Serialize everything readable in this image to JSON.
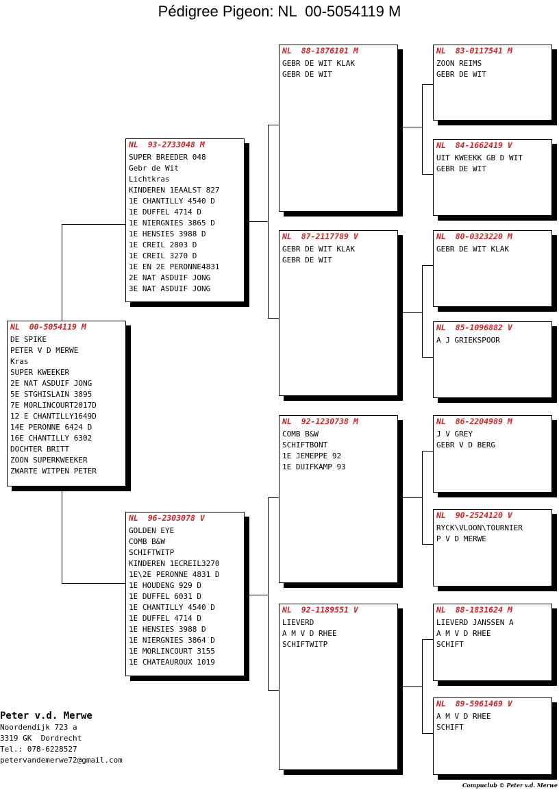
{
  "title": "Pédigree Pigeon: NL  00-5054119 M",
  "birds": [
    {
      "ring": "NL  00-5054119 M",
      "lines": [
        "DE SPIKE",
        "PETER V D MERWE",
        "Kras",
        "SUPER KWEEKER",
        "2E NAT ASDUIF JONG",
        "5E STGHISLAIN 3895",
        "7E MORLINCOURT2017D",
        "12 E CHANTILLY1649D",
        "14E PERONNE 6424 D",
        "16E CHANTILLY 6302",
        "DOCHTER BRITT",
        "ZOON SUPERKWEEKER",
        "ZWARTE WITPEN PETER"
      ]
    },
    {
      "ring": "NL  93-2733048 M",
      "lines": [
        "SUPER BREEDER 048",
        "Gebr de Wit",
        "Lichtkras",
        "KINDEREN 1EAALST 827",
        "1E CHANTILLY 4540 D",
        "1E DUFFEL 4714 D",
        "1E NIERGNIES 3865 D",
        "1E HENSIES 3988 D",
        "1E CREIL 2803 D",
        "1E CREIL 3270 D",
        "1E EN 2E PERONNE4831",
        "2E NAT ASDUIF JONG",
        "3E NAT ASDUIF JONG"
      ]
    },
    {
      "ring": "NL  96-2303078 V",
      "lines": [
        "GOLDEN EYE",
        "COMB B&W",
        "SCHIFTWITP",
        "KINDEREN 1ECREIL3270",
        "1E\\2E PERONNE 4831 D",
        "1E HOUDENG 929 D",
        "1E DUFFEL 6031 D",
        "1E CHANTILLY 4540 D",
        "1E DUFFEL 4714 D",
        "1E HENSIES 3988 D",
        "1E NIERGNIES 3864 D",
        "1E MORLINCOURT 3155",
        "1E CHATEAUROUX 1019"
      ]
    },
    {
      "ring": "NL  88-1876101 M",
      "lines": [
        "GEBR DE WIT KLAK",
        "GEBR DE WIT"
      ]
    },
    {
      "ring": "NL  87-2117789 V",
      "lines": [
        "GEBR DE WIT KLAK",
        "GEBR DE WIT"
      ]
    },
    {
      "ring": "NL  92-1230738 M",
      "lines": [
        "",
        "COMB B&W",
        "SCHIFTBONT",
        "1E JEMEPPE 92",
        "1E DUIFKAMP 93"
      ]
    },
    {
      "ring": "NL  92-1189551 V",
      "lines": [
        "LIEVERD",
        "A M V D RHEE",
        "SCHIFTWITP"
      ]
    },
    {
      "ring": "NL  83-0117541 M",
      "lines": [
        "ZOON REIMS",
        "GEBR DE WIT"
      ]
    },
    {
      "ring": "NL  84-1662419 V",
      "lines": [
        "UIT KWEEKK GB D WIT",
        "GEBR DE WIT"
      ]
    },
    {
      "ring": "NL  80-0323220 M",
      "lines": [
        "GEBR DE WIT KLAK"
      ]
    },
    {
      "ring": "NL  85-1096882 V",
      "lines": [
        "A J GRIEKSPOOR"
      ]
    },
    {
      "ring": "NL  86-2204989 M",
      "lines": [
        "J V GREY",
        "GEBR V D BERG"
      ]
    },
    {
      "ring": "NL  90-2524120 V",
      "lines": [
        "RYCK\\VLOON\\TOURNIER",
        "P V D MERWE"
      ]
    },
    {
      "ring": "NL  88-1831624 M",
      "lines": [
        "LIEVERD JANSSEN A",
        "A M V D RHEE",
        "SCHIFT"
      ]
    },
    {
      "ring": "NL  89-5961469 V",
      "lines": [
        "",
        "",
        "A M V D RHEE",
        "SCHIFT"
      ]
    }
  ],
  "owner": {
    "name": "Peter v.d. Merwe",
    "lines": [
      "Noordendijk 723 a",
      "3319 GK  Dordrecht",
      "Tel.: 078-6228527",
      "petervandemerwe72@gmail.com"
    ]
  },
  "footer": "Compuclub © Peter v.d. Merwe"
}
